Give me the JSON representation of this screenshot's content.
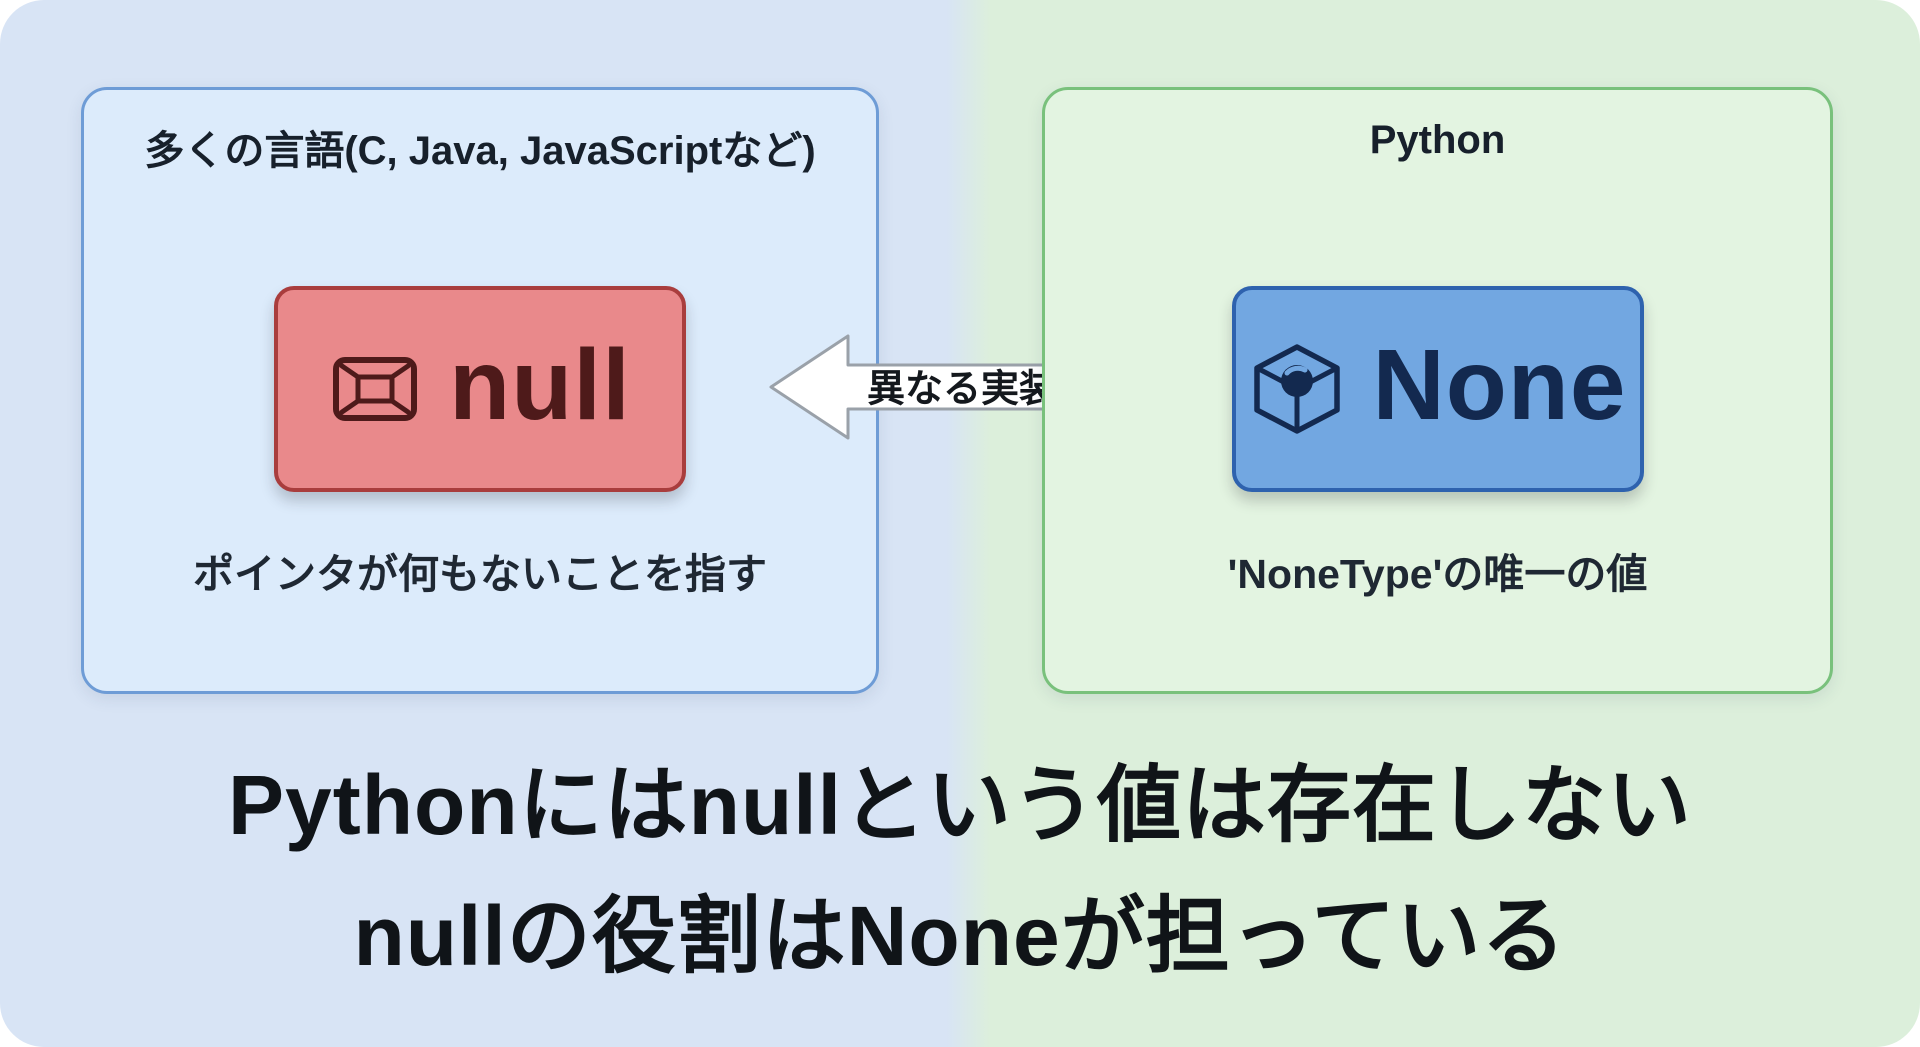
{
  "left_panel": {
    "title": "多くの言語(C, Java, JavaScriptなど)",
    "value_label": "null",
    "caption": "ポインタが何もないことを指す"
  },
  "right_panel": {
    "title": "Python",
    "value_label": "None",
    "caption": "'NoneType'の唯一の値"
  },
  "arrow": {
    "label": "異なる実装"
  },
  "footer": {
    "line1": "Pythonにはnullという値は存在しない",
    "line2": "nullの役割はNoneが担っている"
  },
  "colors": {
    "left_bg": "#d8e4f5",
    "right_bg": "#dcefdb",
    "left_panel_bg": "#dcebfb",
    "left_panel_border": "#6e9cd6",
    "right_panel_bg": "#e3f4e1",
    "right_panel_border": "#79c17c",
    "null_box_bg": "#e9898b",
    "null_box_border": "#a93d3d",
    "null_text": "#4e1a1a",
    "none_box_bg": "#72a7e1",
    "none_box_border": "#2e62ae",
    "none_text": "#13294f",
    "arrow_fill": "#ffffff",
    "arrow_stroke": "#9aa1a9",
    "footer_text": "#101418"
  }
}
